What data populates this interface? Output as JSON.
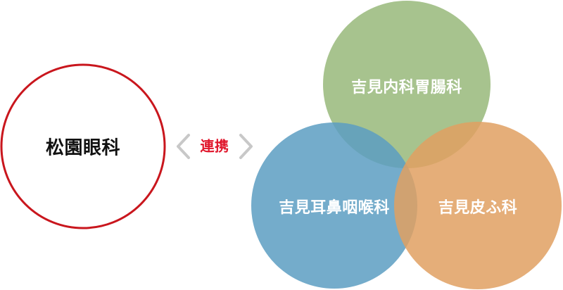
{
  "main_clinic": {
    "name": "松園眼科",
    "border_color": "#c9161d"
  },
  "connector": {
    "label": "連携",
    "label_color": "#e0162b",
    "chevron_color": "#c8c8c8"
  },
  "partners": [
    {
      "name": "吉見内科胃腸科",
      "color": "#98b97a"
    },
    {
      "name": "吉見耳鼻咽喉科",
      "color": "#5c9ec2"
    },
    {
      "name": "吉見皮ふ科",
      "color": "#e0a061"
    }
  ]
}
